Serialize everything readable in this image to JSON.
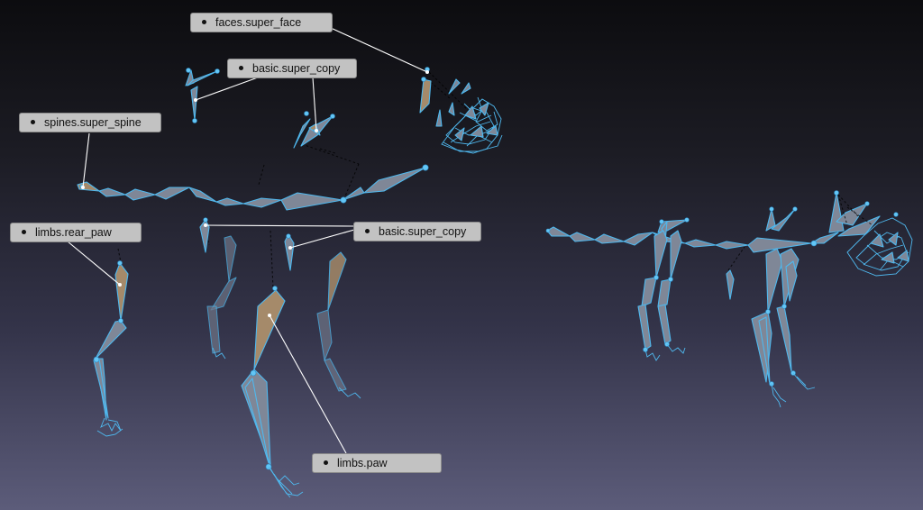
{
  "labels": {
    "faces_super_face": "faces.super_face",
    "basic_super_copy_top": "basic.super_copy",
    "spines_super_spine": "spines.super_spine",
    "limbs_rear_paw": "limbs.rear_paw",
    "basic_super_copy_mid": "basic.super_copy",
    "limbs_paw": "limbs.paw"
  },
  "colors": {
    "bone_outline": "#4fb8ee",
    "bone_fill": "#7f8797",
    "selected_bone_fill": "#a58a6a",
    "label_background": "#c2c2c2",
    "leader_line": "#ffffff"
  }
}
